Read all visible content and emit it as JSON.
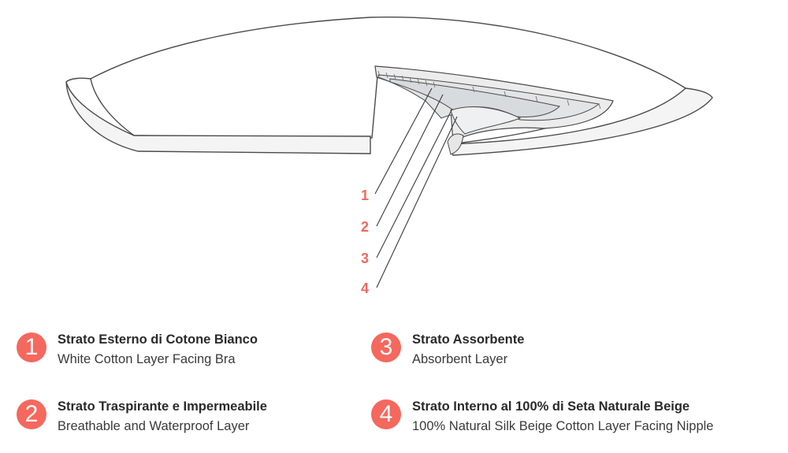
{
  "diagram": {
    "labels": [
      "1",
      "2",
      "3",
      "4"
    ]
  },
  "legend": [
    {
      "number": "1",
      "title": "Strato Esterno di Cotone Bianco",
      "subtitle": "White Cotton Layer Facing Bra"
    },
    {
      "number": "2",
      "title": "Strato Traspirante e Impermeabile",
      "subtitle": "Breathable and Waterproof Layer"
    },
    {
      "number": "3",
      "title": "Strato Assorbente",
      "subtitle": "Absorbent Layer"
    },
    {
      "number": "4",
      "title": "Strato Interno al 100% di Seta Naturale Beige",
      "subtitle": "100% Natural Silk Beige Cotton Layer Facing Nipple"
    }
  ],
  "colors": {
    "accent": "#f5685e",
    "label": "#f06a60",
    "outline": "#555555"
  }
}
